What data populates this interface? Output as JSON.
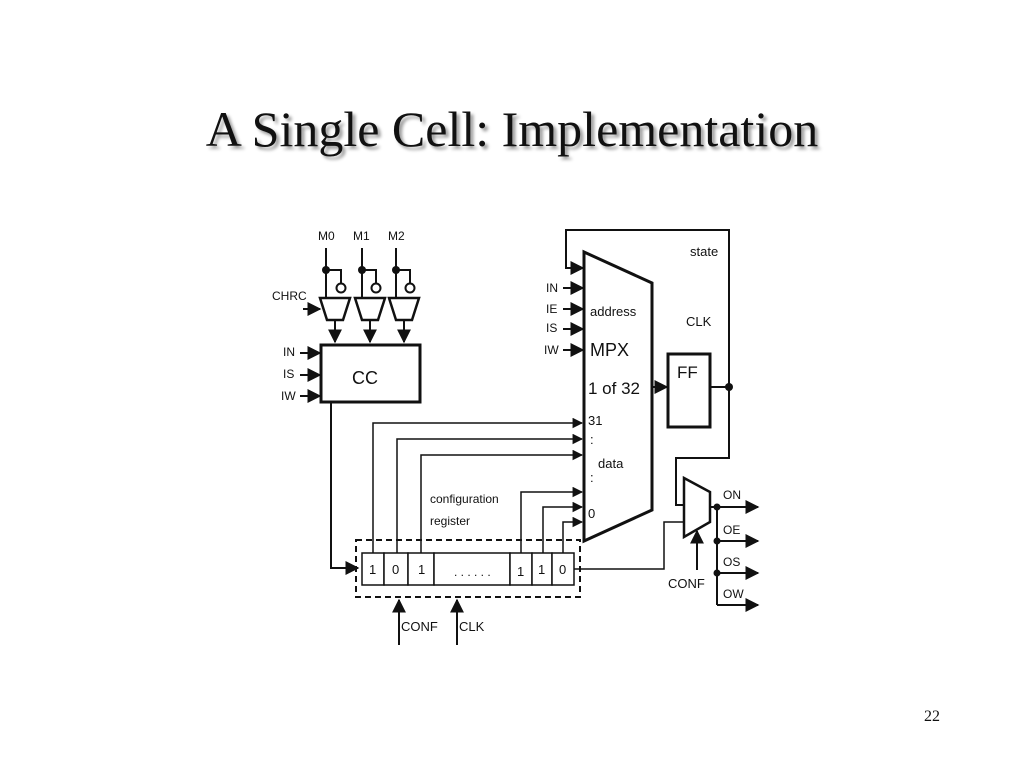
{
  "slide": {
    "title": "A Single Cell: Implementation",
    "page_number": "22"
  },
  "diagram": {
    "mode_inputs": [
      "M0",
      "M1",
      "M2"
    ],
    "chrc_label": "CHRC",
    "cc": {
      "label": "CC",
      "inputs": [
        "IN",
        "IS",
        "IW"
      ]
    },
    "mpx": {
      "address_inputs": [
        "IN",
        "IE",
        "IS",
        "IW"
      ],
      "address_label": "address",
      "name": "MPX",
      "ratio": "1 of 32",
      "data_top_index": "31",
      "data_label": "data",
      "data_bottom_index": "0",
      "dots_upper": ":",
      "dots_lower": ":"
    },
    "state_label": "state",
    "clk_label": "CLK",
    "ff_label": "FF",
    "config_register": {
      "label_line1": "configuration",
      "label_line2": "register",
      "bits_left": [
        "1",
        "0",
        "1"
      ],
      "ellipsis": ". . . . . .",
      "bits_right": [
        "1",
        "1",
        "0"
      ],
      "conf_label": "CONF",
      "clk_label": "CLK"
    },
    "outputs": [
      "ON",
      "OE",
      "OS",
      "OW"
    ],
    "output_conf_label": "CONF"
  }
}
